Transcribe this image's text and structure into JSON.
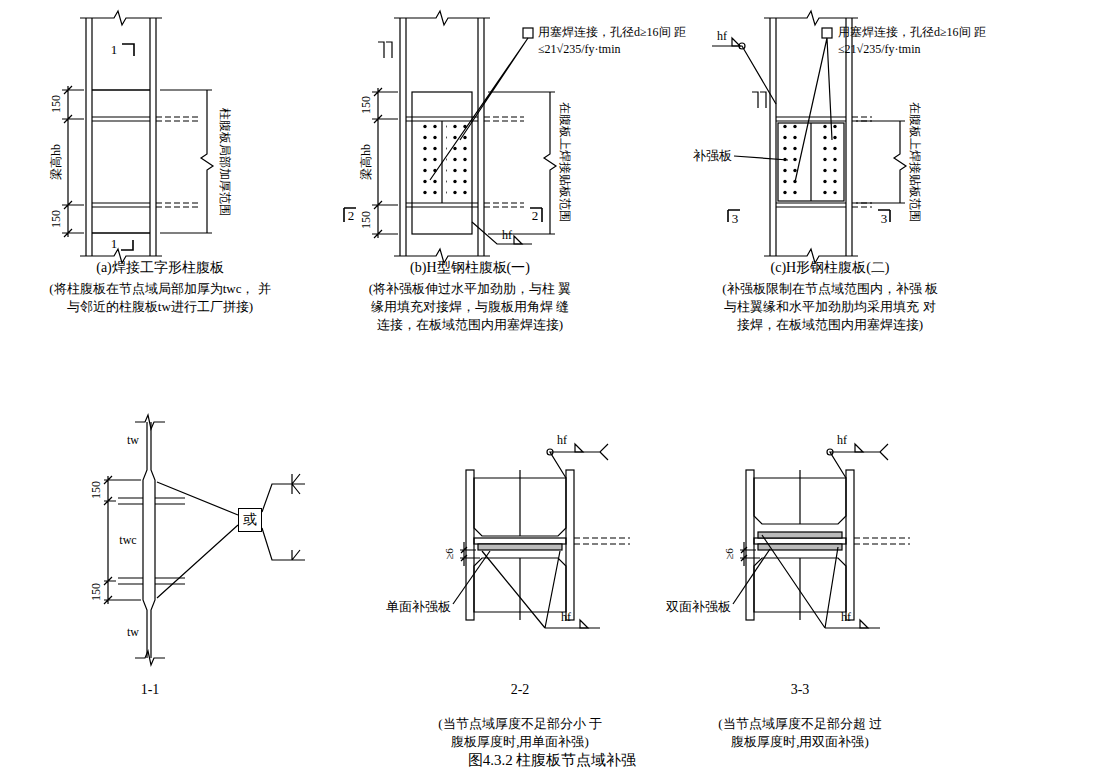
{
  "diagram": {
    "caption": "图4.3.2 柱腹板节点域补强",
    "nodes": [
      {
        "text": [
          "或"
        ]
      }
    ],
    "labels": [
      "150",
      "梁高hb",
      "150",
      "1",
      "1",
      "柱腹板局部加厚范围",
      "(a)焊接工字形柱腹板",
      "(将柱腹板在节点域局部加厚为twc， 并与邻近的柱腹板tw进行工厂拼接)",
      "用塞焊连接，孔径d≥16间 距≤21√235/fy·tmin",
      "150",
      "梁高hb",
      "150",
      "2",
      "2",
      "在腹板上焊接贴板范围",
      "hf",
      "(b)H型钢柱腹板(一)",
      "(将补强板伸过水平加劲肋，与柱 翼缘用填充对接焊，与腹板用角焊 缝连接，在板域范围内用塞焊连接)",
      "用塞焊连接，孔径d≥16间 距≤21√235/fy·tmin",
      "hf",
      "补强板",
      "3",
      "3",
      "在腹板上焊接贴板范围",
      "(c)H形钢柱腹板(二)",
      "(补强板限制在节点域范围内，补强 板与柱翼缘和水平加劲肋均采用填充 对接焊，在板域范围内用塞焊连接)",
      "150",
      "tw",
      "twc",
      "150",
      "tw",
      "1-1",
      "hf",
      "≥6",
      "单面补强板",
      "hf",
      "2-2",
      "(当节点域厚度不足部分小 于腹板厚度时,用单面补强)",
      "hf",
      "≥6",
      "双面补强板",
      "hf",
      "3-3",
      "(当节点域厚度不足部分超 过腹板厚度时,用双面补强)"
    ]
  }
}
